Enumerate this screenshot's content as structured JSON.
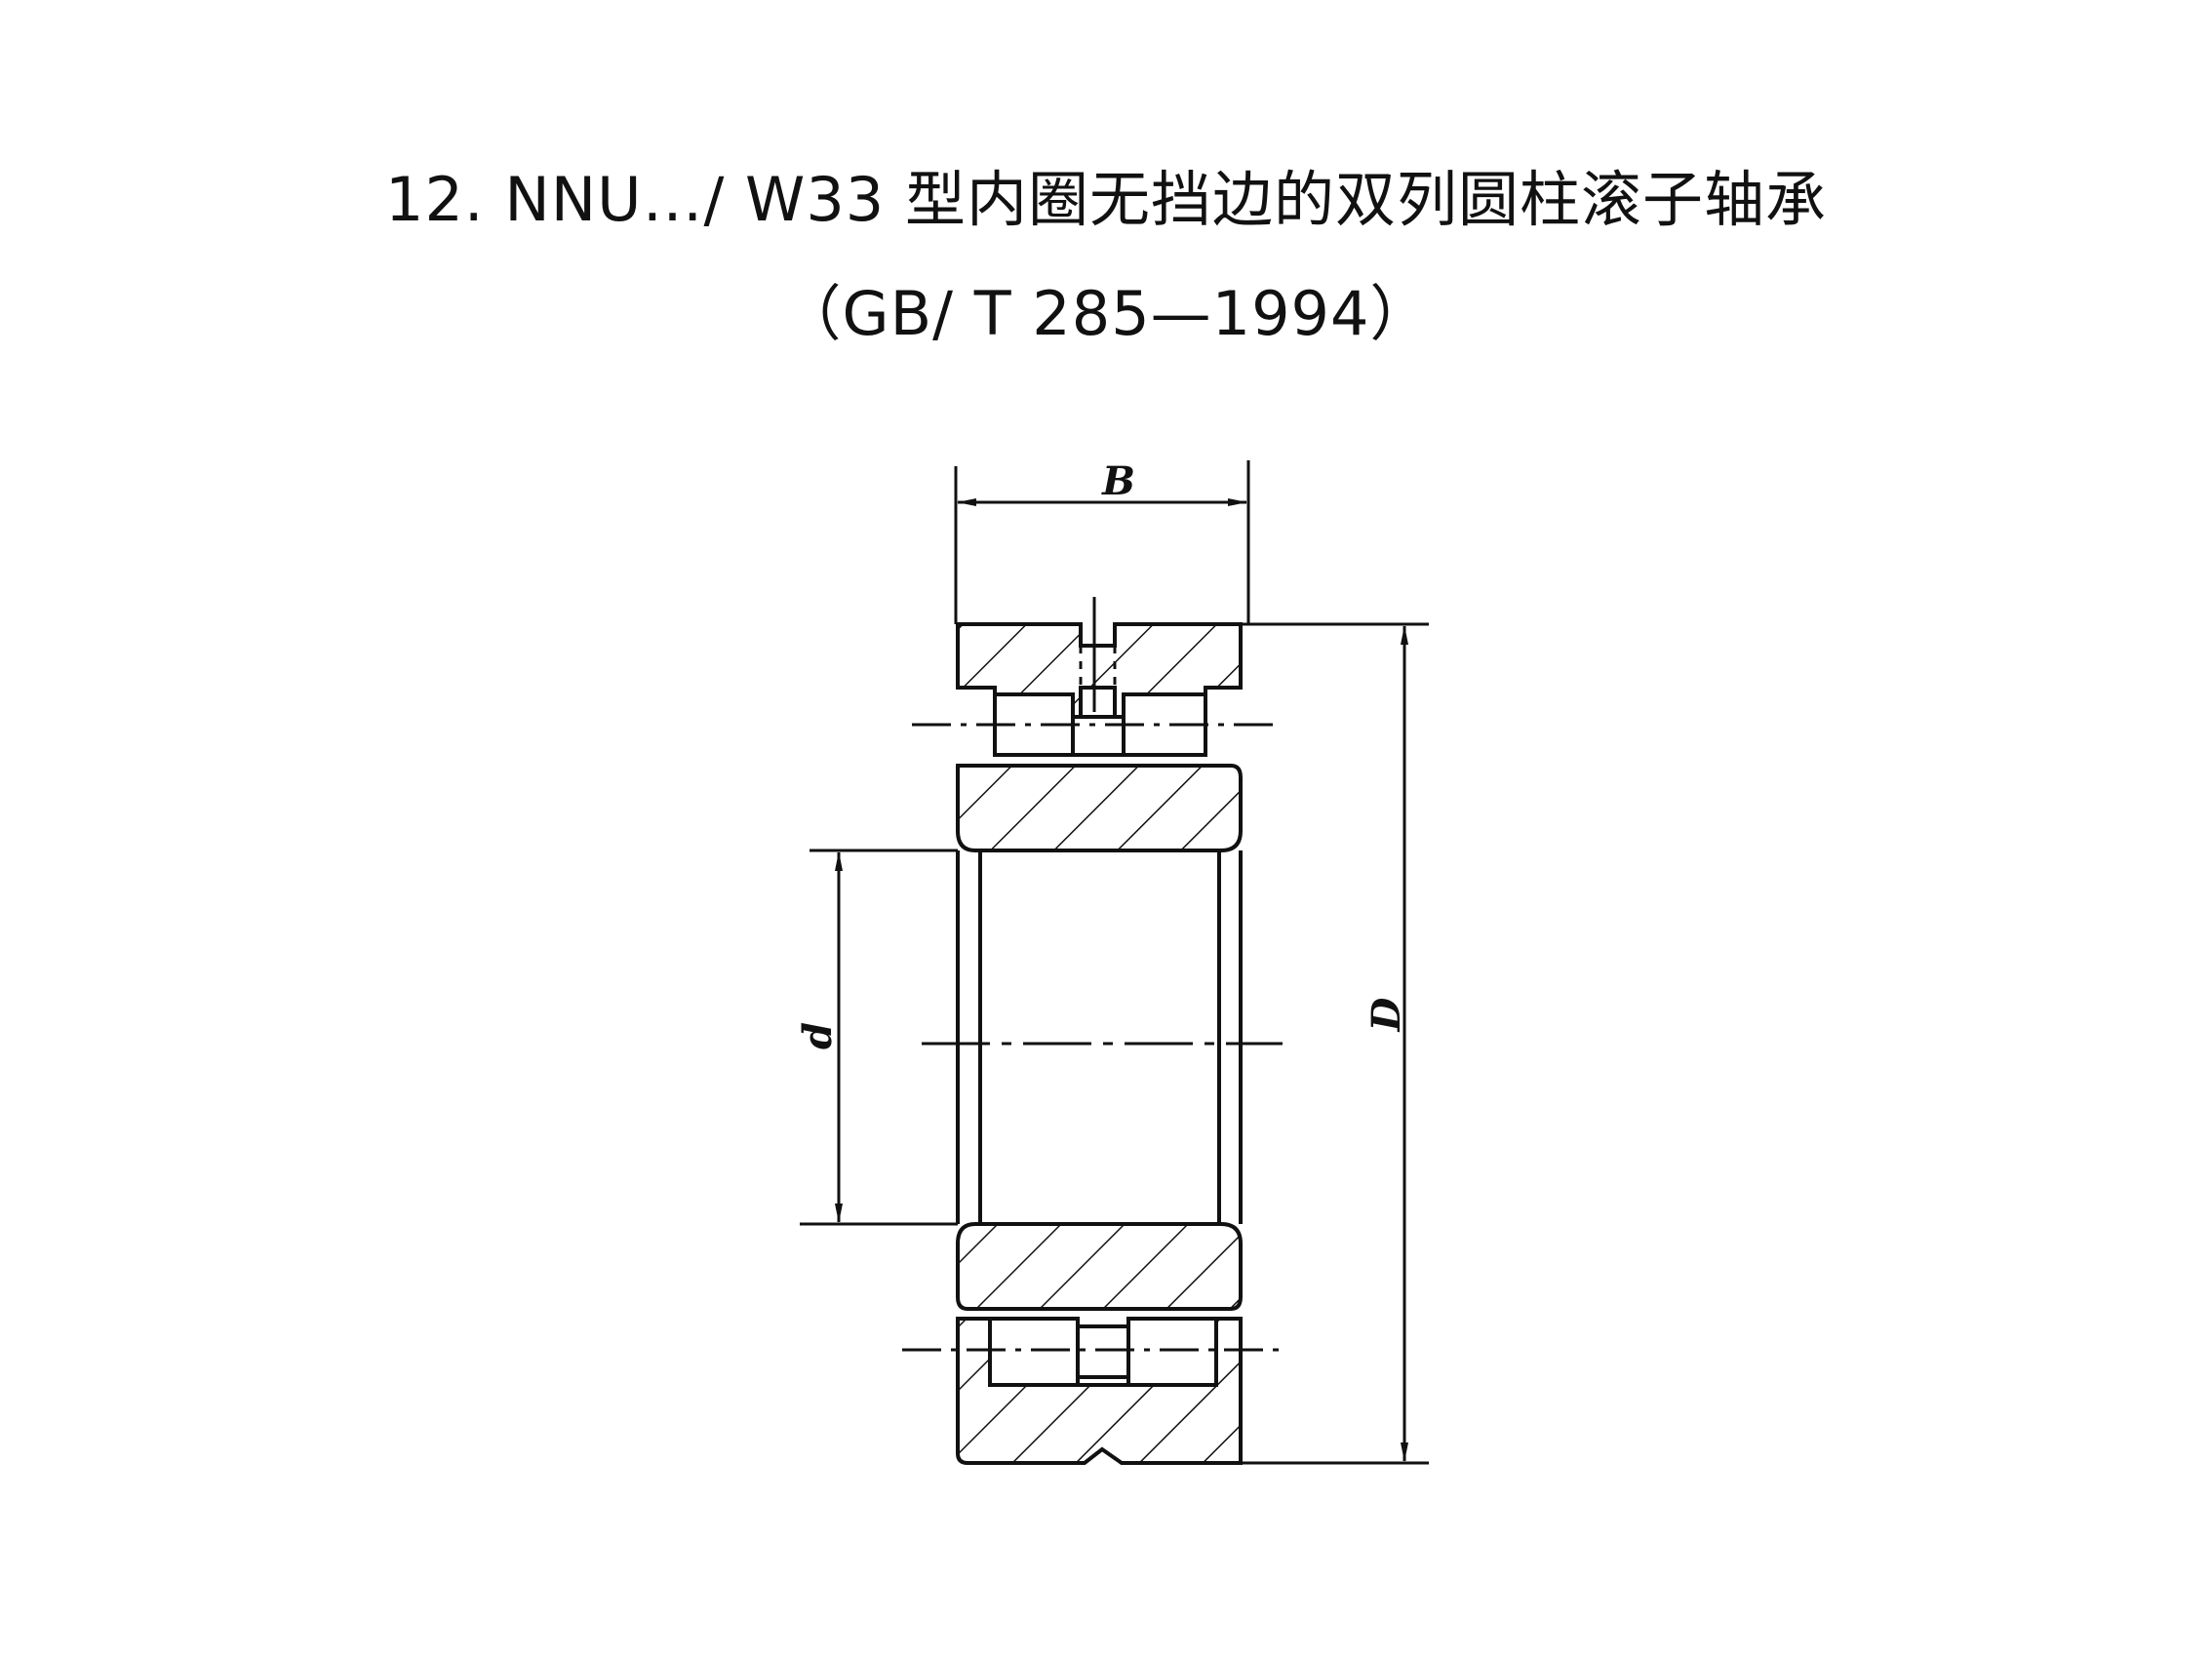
{
  "title": {
    "line1": "12. NNU…/ W33 型内圈无挡边的双列圆柱滚子轴承",
    "line2": "（GB/ T 285—1994）"
  },
  "drawing": {
    "labels": {
      "width": "B",
      "outer_diameter": "D",
      "bore_diameter": "d"
    },
    "line_color": "#111111",
    "background": "#ffffff"
  }
}
